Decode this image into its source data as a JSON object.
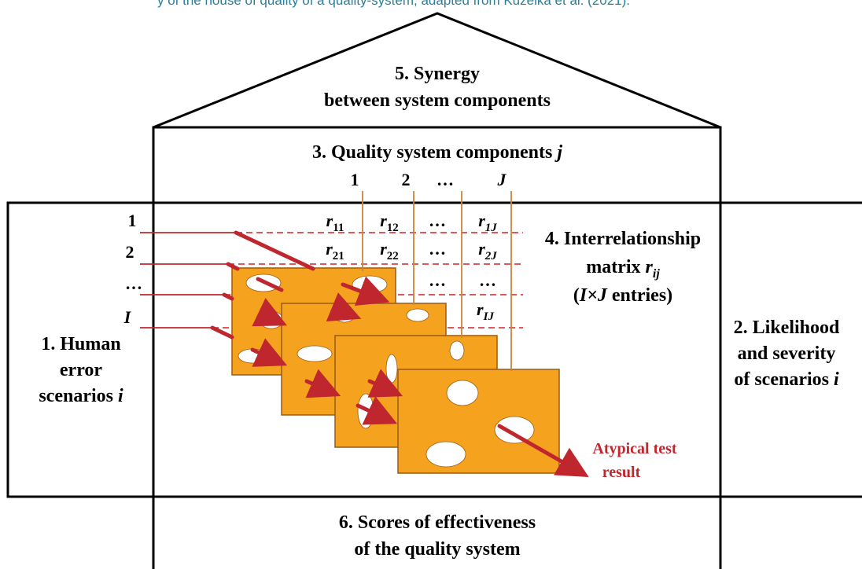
{
  "colors": {
    "stroke": "#000000",
    "cheese_fill": "#f5a21e",
    "cheese_edge": "#9c5a12",
    "hole": "#ffffff",
    "arrow": "#c0262d",
    "column_line": "#c8853a",
    "dashed_row": "#d02424",
    "text": "#000000",
    "atypical_text": "#c0262d"
  },
  "header_fragment": "y of the house of quality of a quality-system, adapted from Kuzelka et al. (2021).",
  "roof": {
    "line1": "5. Synergy",
    "line2": "between system components"
  },
  "upper": {
    "title_prefix": "3. Quality system components ",
    "title_var": "j"
  },
  "columns": {
    "labels": [
      "1",
      "2",
      "…",
      "J"
    ],
    "italic": [
      false,
      false,
      false,
      true
    ]
  },
  "rows": {
    "labels": [
      "1",
      "2",
      "…",
      "I"
    ],
    "italic": [
      false,
      false,
      false,
      true
    ]
  },
  "matrix": {
    "row1": [
      "r|11",
      "r|12",
      "…",
      "r|1J"
    ],
    "row2": [
      "r|21",
      "r|22",
      "…",
      "r|2J"
    ],
    "row3": [
      "",
      "",
      "…",
      "…"
    ],
    "row4": [
      "",
      "",
      "",
      "r|IJ"
    ]
  },
  "left_wing": {
    "line1": "1. Human",
    "line2": "error",
    "line3_prefix": "scenarios ",
    "line3_var": "i"
  },
  "right_wing": {
    "line1": "2. Likelihood",
    "line2": "and severity",
    "line3_prefix": "of scenarios ",
    "line3_var": "i"
  },
  "interrelationship": {
    "line1": "4. Interrelationship",
    "line2_prefix": "matrix ",
    "line2_var": "r",
    "line2_sub": "ij",
    "line3_open": "(",
    "line3_var": "I×J",
    "line3_rest": " entries)"
  },
  "atypical": {
    "line1": "Atypical test",
    "line2": "result"
  },
  "basement": {
    "line1": "6. Scores of effectiveness",
    "line2": "of the quality system"
  }
}
